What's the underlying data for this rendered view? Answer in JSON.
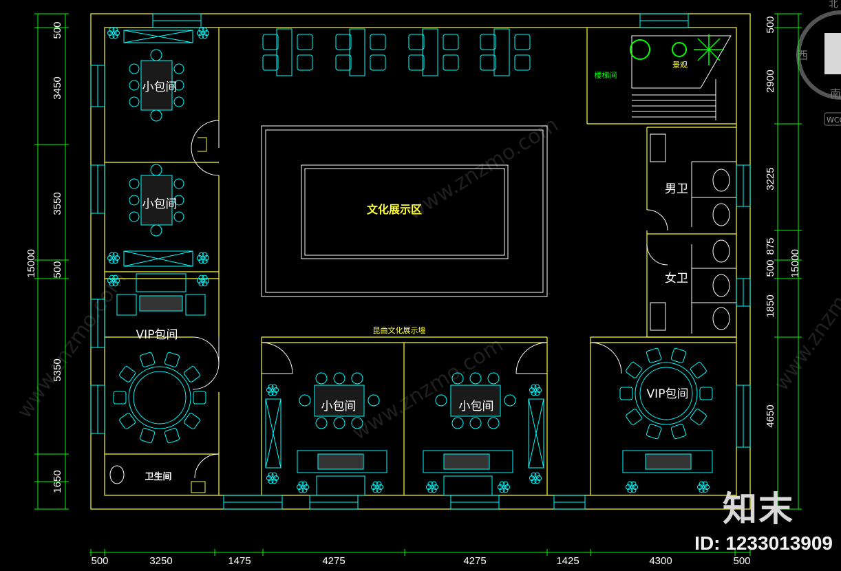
{
  "rooms": {
    "small_room_label": "小包间",
    "vip_room_label": "VIP包间",
    "culture_area": "文化展示区",
    "culture_wall": "昆曲文化展示墙",
    "stairwell": "楼梯间",
    "landscape": "景观",
    "mens_wc": "男卫",
    "womens_wc": "女卫",
    "restroom": "卫生间",
    "wall_note": "昆曲文化展示墙"
  },
  "dims": {
    "left": [
      "500",
      "3450",
      "3550",
      "500",
      "5350",
      "1650"
    ],
    "left_total": "15000",
    "right": [
      "500",
      "2900",
      "3225",
      "875",
      "500",
      "1850",
      "4650"
    ],
    "right_total": "15000",
    "bottom": [
      "500",
      "3250",
      "1475",
      "4275",
      "4275",
      "1425",
      "4300",
      "500"
    ]
  },
  "compass": {
    "west": "西",
    "south": "南",
    "north": "北",
    "tag": "WCO"
  },
  "watermark": {
    "site": "www.znzmo.com",
    "brand": "知末"
  },
  "brand": {
    "logo": "知末",
    "id_text": "ID: 1233013909"
  },
  "colors": {
    "wall": "#ffff33",
    "furniture": "#00ffff",
    "dims": "#00ff00",
    "door": "#ffffff"
  }
}
